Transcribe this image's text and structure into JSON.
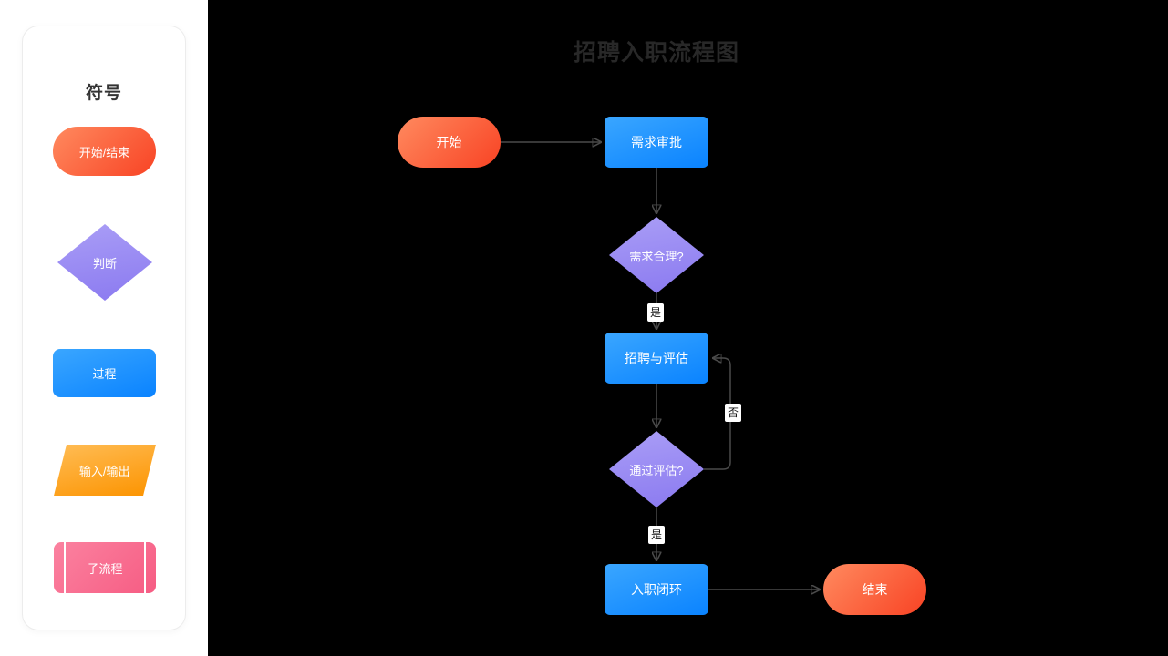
{
  "sidebar": {
    "title": "符号",
    "symbols": [
      {
        "label": "开始/结束",
        "shape": "terminator"
      },
      {
        "label": "判断",
        "shape": "decision"
      },
      {
        "label": "过程",
        "shape": "process"
      },
      {
        "label": "输入/输出",
        "shape": "input-output"
      },
      {
        "label": "子流程",
        "shape": "subprocess"
      }
    ]
  },
  "canvas": {
    "title": "招聘入职流程图",
    "nodes": [
      {
        "id": "start",
        "label": "开始",
        "shape": "terminator"
      },
      {
        "id": "approval",
        "label": "需求审批",
        "shape": "process"
      },
      {
        "id": "reasonable",
        "label": "需求合理?",
        "shape": "decision"
      },
      {
        "id": "recruit",
        "label": "招聘与评估",
        "shape": "process"
      },
      {
        "id": "evaluate",
        "label": "通过评估?",
        "shape": "decision"
      },
      {
        "id": "onboard",
        "label": "入职闭环",
        "shape": "process"
      },
      {
        "id": "end",
        "label": "结束",
        "shape": "terminator"
      }
    ],
    "edges": [
      {
        "from": "start",
        "to": "approval",
        "label": ""
      },
      {
        "from": "approval",
        "to": "reasonable",
        "label": ""
      },
      {
        "from": "reasonable",
        "to": "recruit",
        "label": "是"
      },
      {
        "from": "recruit",
        "to": "evaluate",
        "label": ""
      },
      {
        "from": "evaluate",
        "to": "recruit",
        "label": "否"
      },
      {
        "from": "evaluate",
        "to": "onboard",
        "label": "是"
      },
      {
        "from": "onboard",
        "to": "end",
        "label": ""
      }
    ]
  },
  "colors": {
    "canvas_bg": "#000000",
    "panel_bg": "#ffffff",
    "title_color": "#282828",
    "edge_color": "#4a4a4a",
    "terminator_gradient": [
      "#ff8a5f",
      "#f84324"
    ],
    "decision_gradient": [
      "#aa9ef6",
      "#8a79f0"
    ],
    "process_gradient": [
      "#3aa6ff",
      "#0a83ff"
    ],
    "io_gradient": [
      "#ffbb52",
      "#fc9503"
    ],
    "subprocess_gradient": [
      "#fb82a0",
      "#f65c83"
    ]
  }
}
